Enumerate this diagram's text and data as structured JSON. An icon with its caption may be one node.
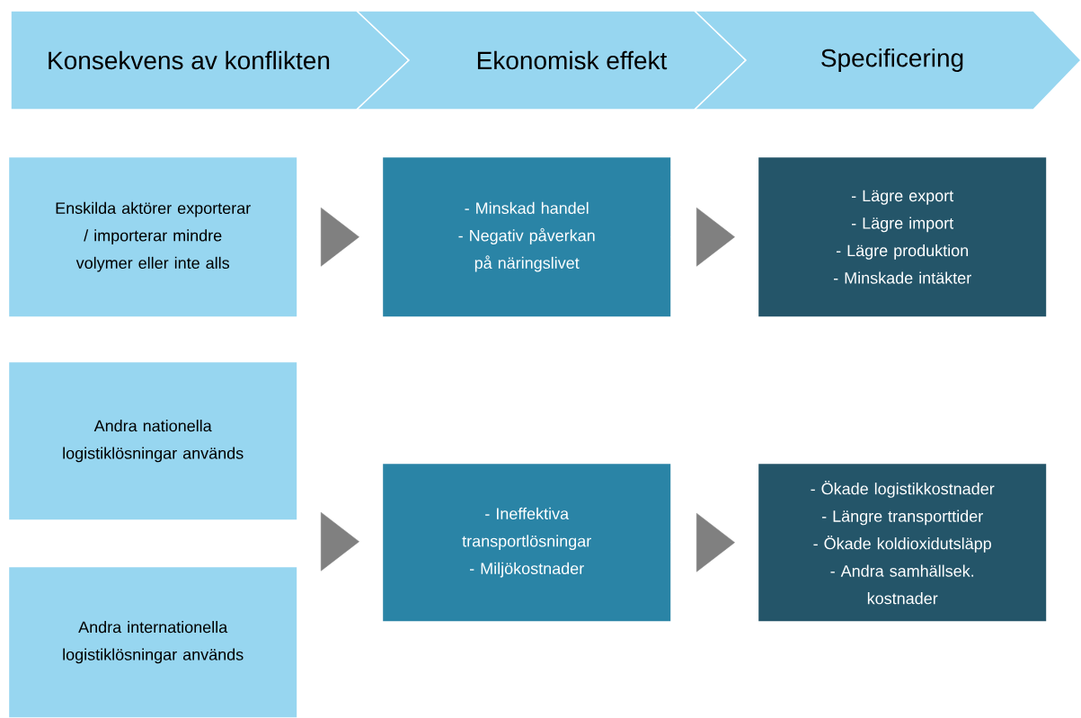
{
  "diagram": {
    "nodes": [
      {
        "text": [
          "Konsekvens av konflikten"
        ]
      },
      {
        "text": [
          "Ekonomisk effekt"
        ]
      },
      {
        "text": [
          "Specificering"
        ]
      },
      {
        "text": [
          "Enskilda aktörer exporterar / importerar mindre volymer eller inte alls"
        ]
      },
      {
        "text": [
          "- Minskad handel",
          "- Negativ påverkan på näringslivet"
        ]
      },
      {
        "text": [
          "- Lägre export",
          "- Lägre import",
          "- Lägre produktion",
          "- Minskade intäkter"
        ]
      },
      {
        "text": [
          "Andra nationella logistiklösningar används"
        ]
      },
      {
        "text": [
          "Andra internationella logistiklösningar används"
        ]
      },
      {
        "text": [
          "- Ineffektiva transportlösningar",
          "- Miljökostnader"
        ]
      },
      {
        "text": [
          "- Ökade logistikkostnader",
          "- Längre transporttider",
          "- Ökade koldioxidutsläpp",
          "- Andra samhällsek. kostnader"
        ]
      }
    ],
    "edges": [
      {
        "from": 3,
        "to": 4,
        "arrow": "to"
      },
      {
        "from": 4,
        "to": 5,
        "arrow": "to"
      },
      {
        "from": 6,
        "to": 8,
        "arrow": "to"
      },
      {
        "from": 7,
        "to": 8,
        "arrow": "to"
      },
      {
        "from": 8,
        "to": 9,
        "arrow": "to"
      }
    ]
  }
}
